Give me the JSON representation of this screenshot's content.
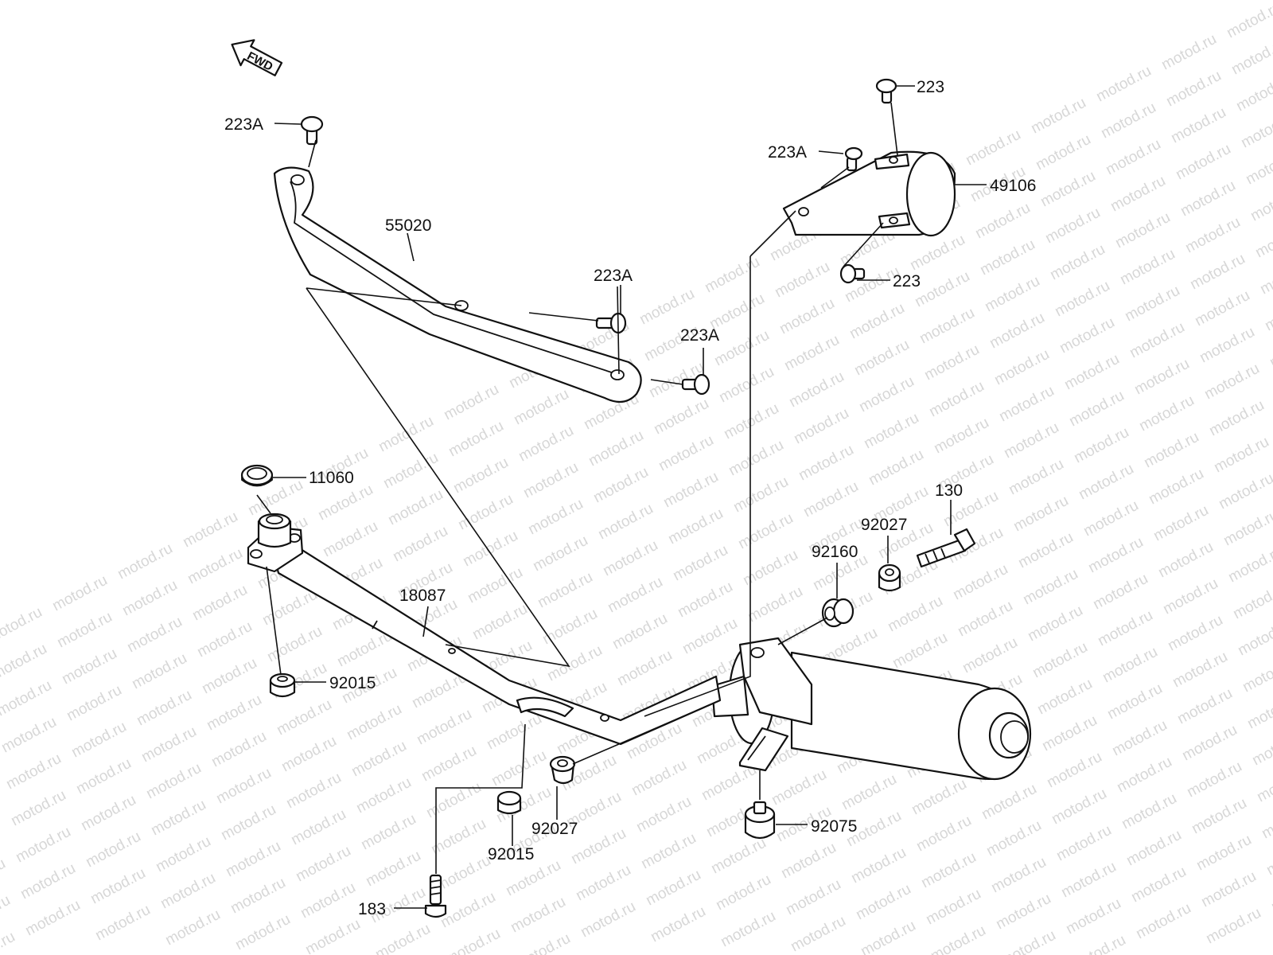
{
  "watermark": "motod.ru",
  "fwd_label": "FWD",
  "labels": {
    "p223a_top_left": "223A",
    "p55020": "55020",
    "p223a_mid": "223A",
    "p223a_right": "223A",
    "p223_top": "223",
    "p223a_heatshield": "223A",
    "p49106": "49106",
    "p223_bottom": "223",
    "p11060": "11060",
    "p18087": "18087",
    "p92015_left": "92015",
    "p130": "130",
    "p92027_right": "92027",
    "p92160": "92160",
    "p92027_center": "92027",
    "p92015_center": "92015",
    "p92075": "92075",
    "p183": "183"
  }
}
